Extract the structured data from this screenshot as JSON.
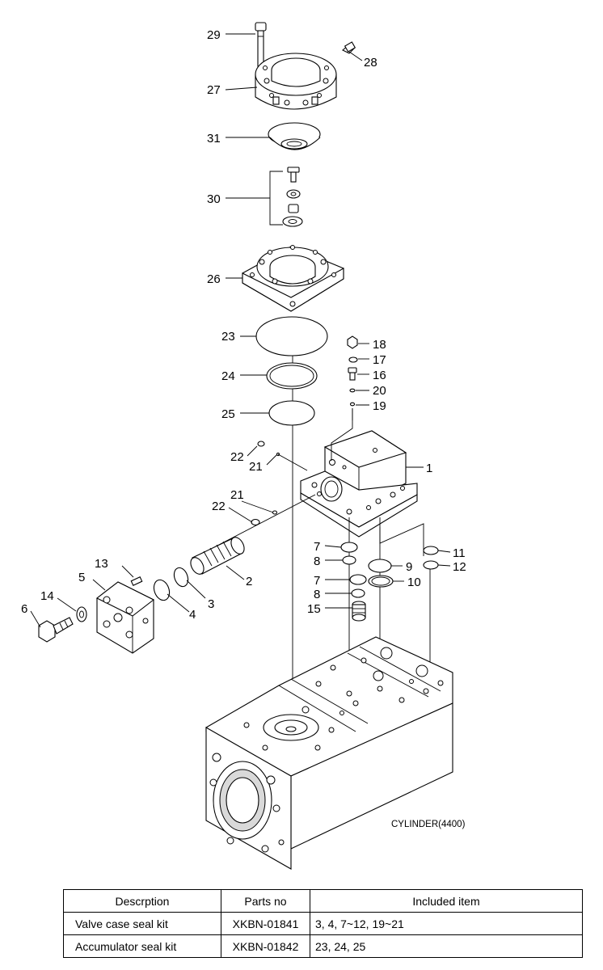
{
  "callouts": {
    "p1": "1",
    "p2": "2",
    "p3": "3",
    "p4": "4",
    "p5": "5",
    "p6": "6",
    "p7a": "7",
    "p7b": "7",
    "p8a": "8",
    "p8b": "8",
    "p9": "9",
    "p10": "10",
    "p11": "11",
    "p12": "12",
    "p13": "13",
    "p14": "14",
    "p15": "15",
    "p16": "16",
    "p17": "17",
    "p18": "18",
    "p19": "19",
    "p20": "20",
    "p21a": "21",
    "p21b": "21",
    "p22a": "22",
    "p22b": "22",
    "p23": "23",
    "p24": "24",
    "p25": "25",
    "p26": "26",
    "p27": "27",
    "p28": "28",
    "p29": "29",
    "p30": "30",
    "p31": "31"
  },
  "cylinder_label": "CYLINDER(4400)",
  "table": {
    "headers": [
      "Descrption",
      "Parts no",
      "Included item"
    ],
    "rows": [
      {
        "description": "Valve case seal kit",
        "parts_no": "XKBN-01841",
        "included": "3, 4, 7~12, 19~21"
      },
      {
        "description": "Accumulator seal kit",
        "parts_no": "XKBN-01842",
        "included": "23, 24, 25"
      }
    ]
  }
}
